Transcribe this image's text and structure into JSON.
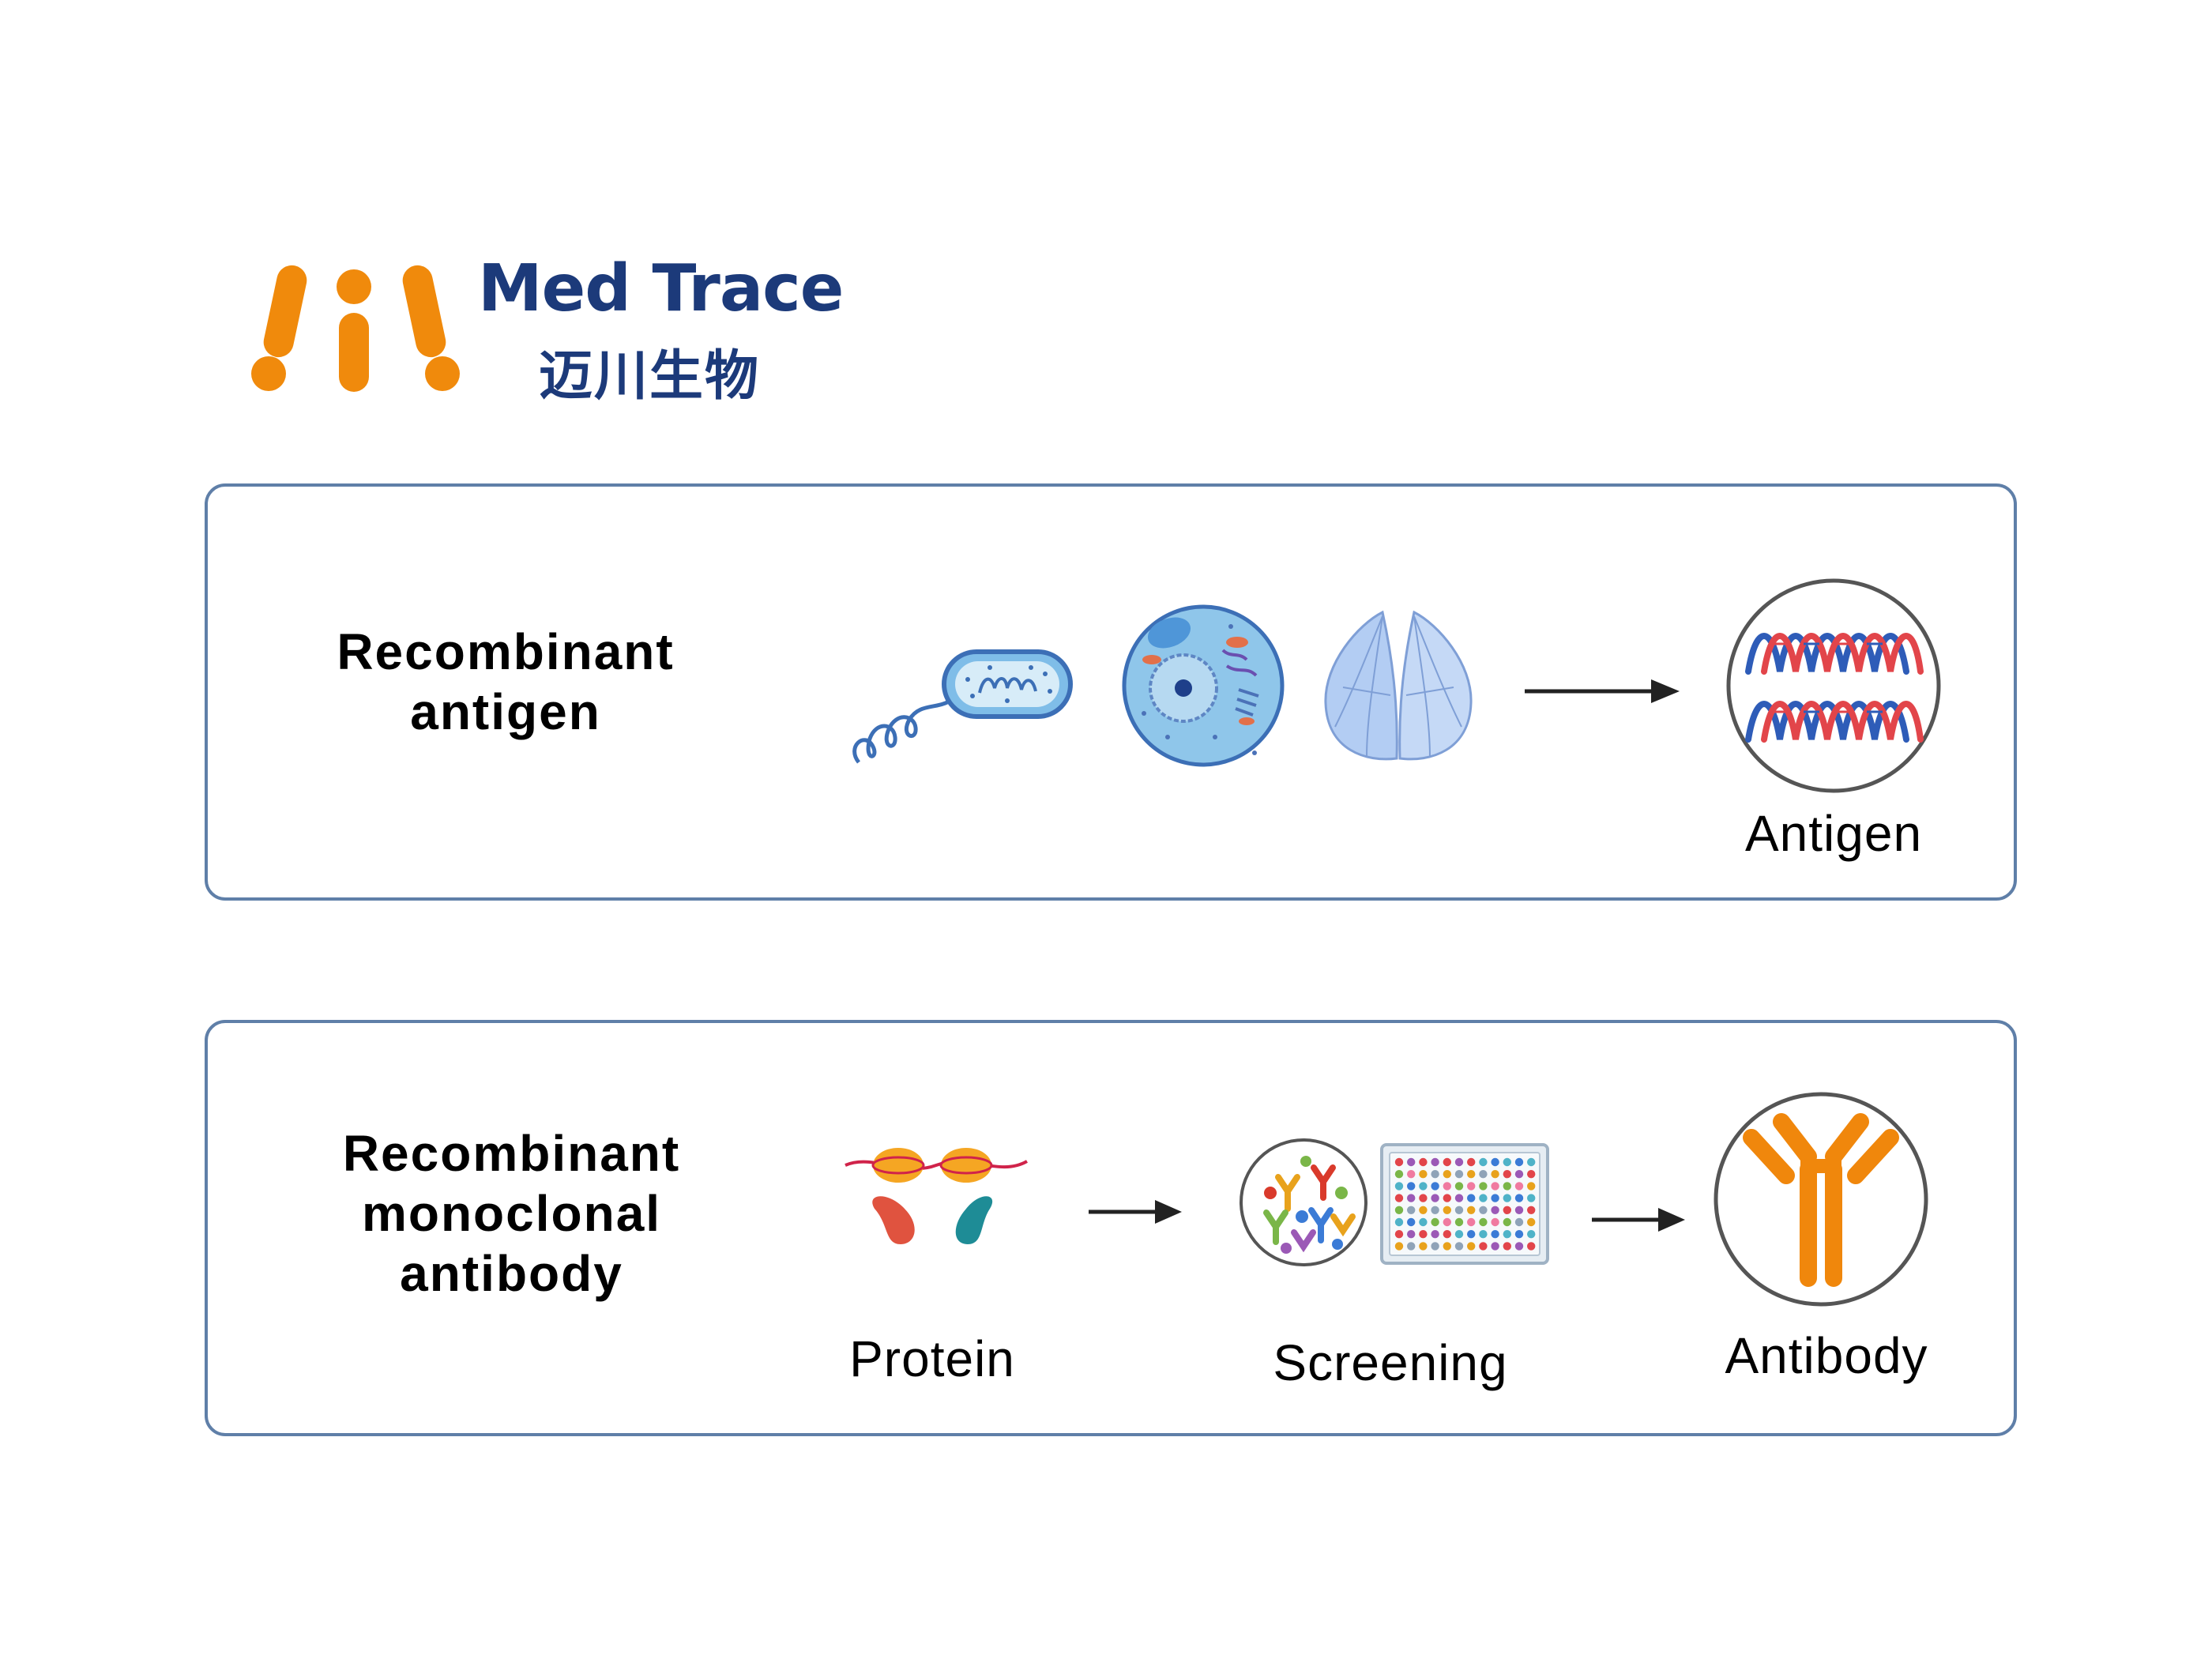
{
  "logo": {
    "name_en": "Med Trace",
    "name_cn": "迈川生物",
    "mark_color": "#f08a0c",
    "text_color": "#1c3a7a"
  },
  "rows": [
    {
      "title_lines": [
        "Recombinant",
        "antigen"
      ],
      "icons": [
        "bacterium-icon",
        "animal-cell-icon",
        "insect-wings-icon",
        "arrow-right-icon",
        "dna-double-helix-icon"
      ],
      "result_label": "Antigen"
    },
    {
      "title_lines": [
        "Recombinant",
        "monoclonal",
        "antibody"
      ],
      "icons": [
        "antibody-heavy-light-chain-icon",
        "arrow-right-icon",
        "antibody-library-icon",
        "96-well-plate-icon",
        "arrow-right-icon",
        "antibody-y-icon"
      ],
      "step_labels": [
        "Protein",
        "Screening"
      ],
      "result_label": "Antibody"
    }
  ],
  "colors": {
    "panel_border": "#5f7fa8",
    "dna_red": "#e2454a",
    "dna_blue": "#2e5cb8",
    "antibody_orange": "#f0870c",
    "cell_blue": "#8fc6ea"
  }
}
